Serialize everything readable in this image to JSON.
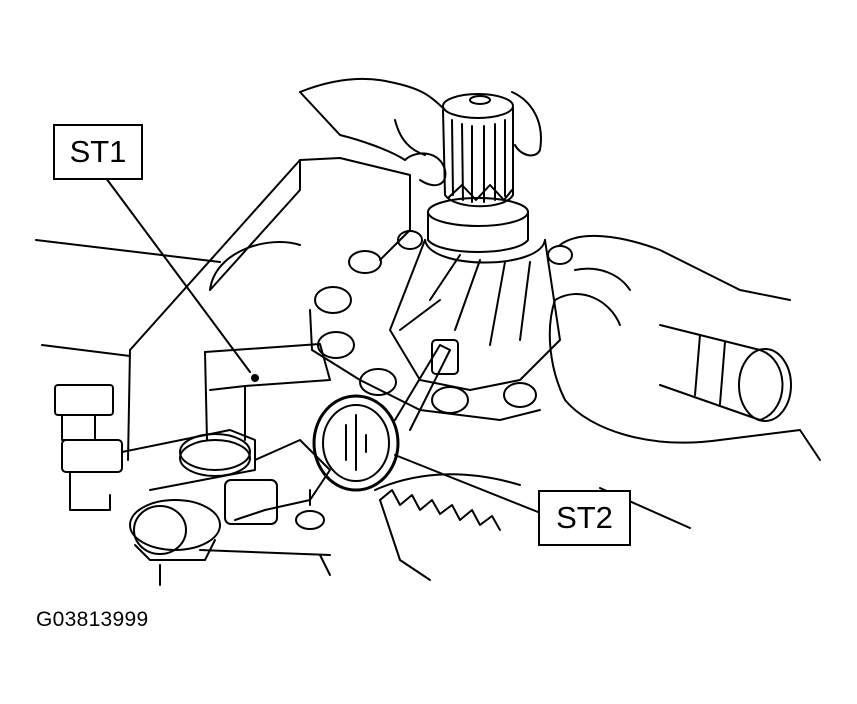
{
  "callouts": {
    "st1": "ST1",
    "st2": "ST2"
  },
  "figure_id": "G03813999",
  "colors": {
    "line": "#000000",
    "background": "#ffffff"
  }
}
